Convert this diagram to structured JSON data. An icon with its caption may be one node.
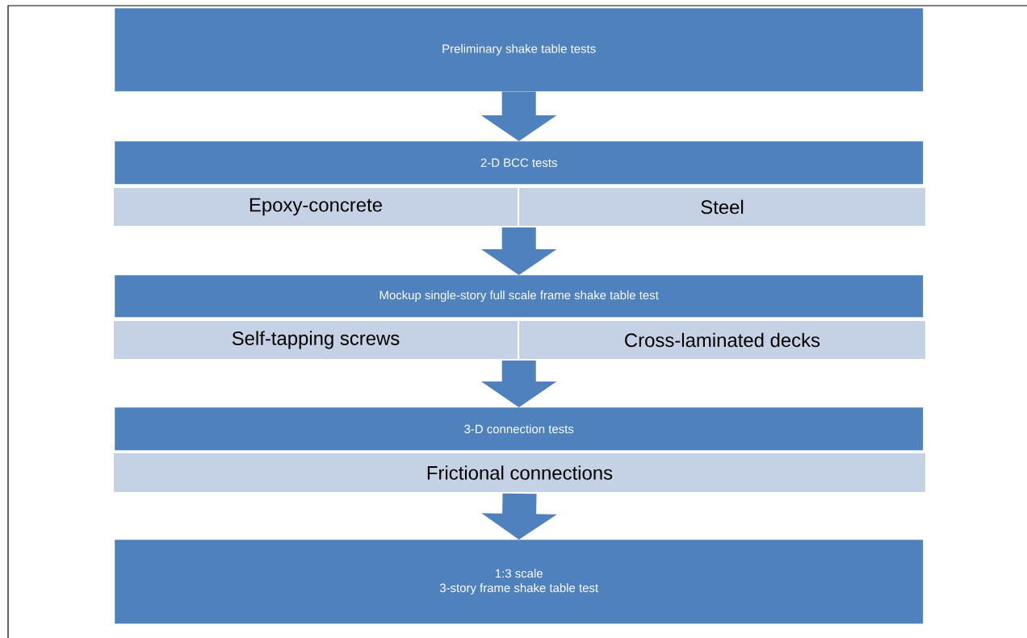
{
  "diagram": {
    "nodes": [
      {
        "text": [
          "Preliminary shake table tests"
        ]
      },
      {
        "text": [
          "2-D BCC tests"
        ]
      },
      {
        "text": [
          "Epoxy-concrete"
        ]
      },
      {
        "text": [
          "Steel"
        ]
      },
      {
        "text": [
          "Mockup single-story full scale frame shake table test"
        ]
      },
      {
        "text": [
          "Self-tapping screws"
        ]
      },
      {
        "text": [
          "Cross-laminated decks"
        ]
      },
      {
        "text": [
          "3-D connection tests"
        ]
      },
      {
        "text": [
          "Frictional connections"
        ]
      },
      {
        "text": [
          "1:3 scale",
          "3-story frame shake table test"
        ]
      }
    ],
    "edges": [
      {
        "from": 0,
        "to": 1,
        "arrow": "to"
      },
      {
        "from": 2,
        "to": 4,
        "arrow": "to"
      },
      {
        "from": 3,
        "to": 4,
        "arrow": "to"
      },
      {
        "from": 5,
        "to": 7,
        "arrow": "to"
      },
      {
        "from": 6,
        "to": 7,
        "arrow": "to"
      },
      {
        "from": 8,
        "to": 9,
        "arrow": "to"
      }
    ]
  }
}
